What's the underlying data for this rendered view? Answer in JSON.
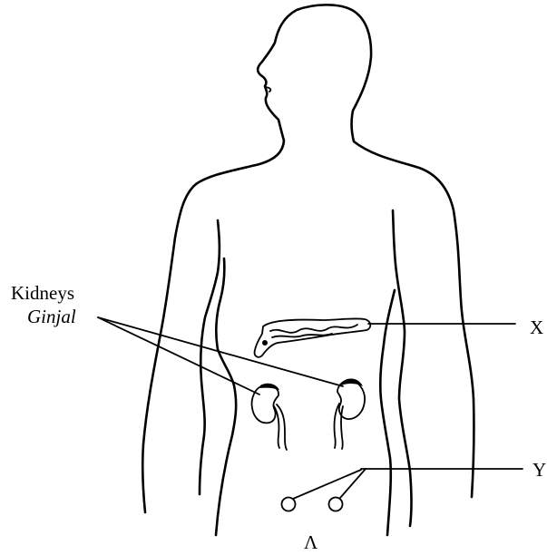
{
  "labels": {
    "kidneys_english": "Kidneys",
    "kidneys_malay": "Ginjal",
    "label_x": "X",
    "label_y": "Y",
    "label_bottom": "Λ"
  }
}
